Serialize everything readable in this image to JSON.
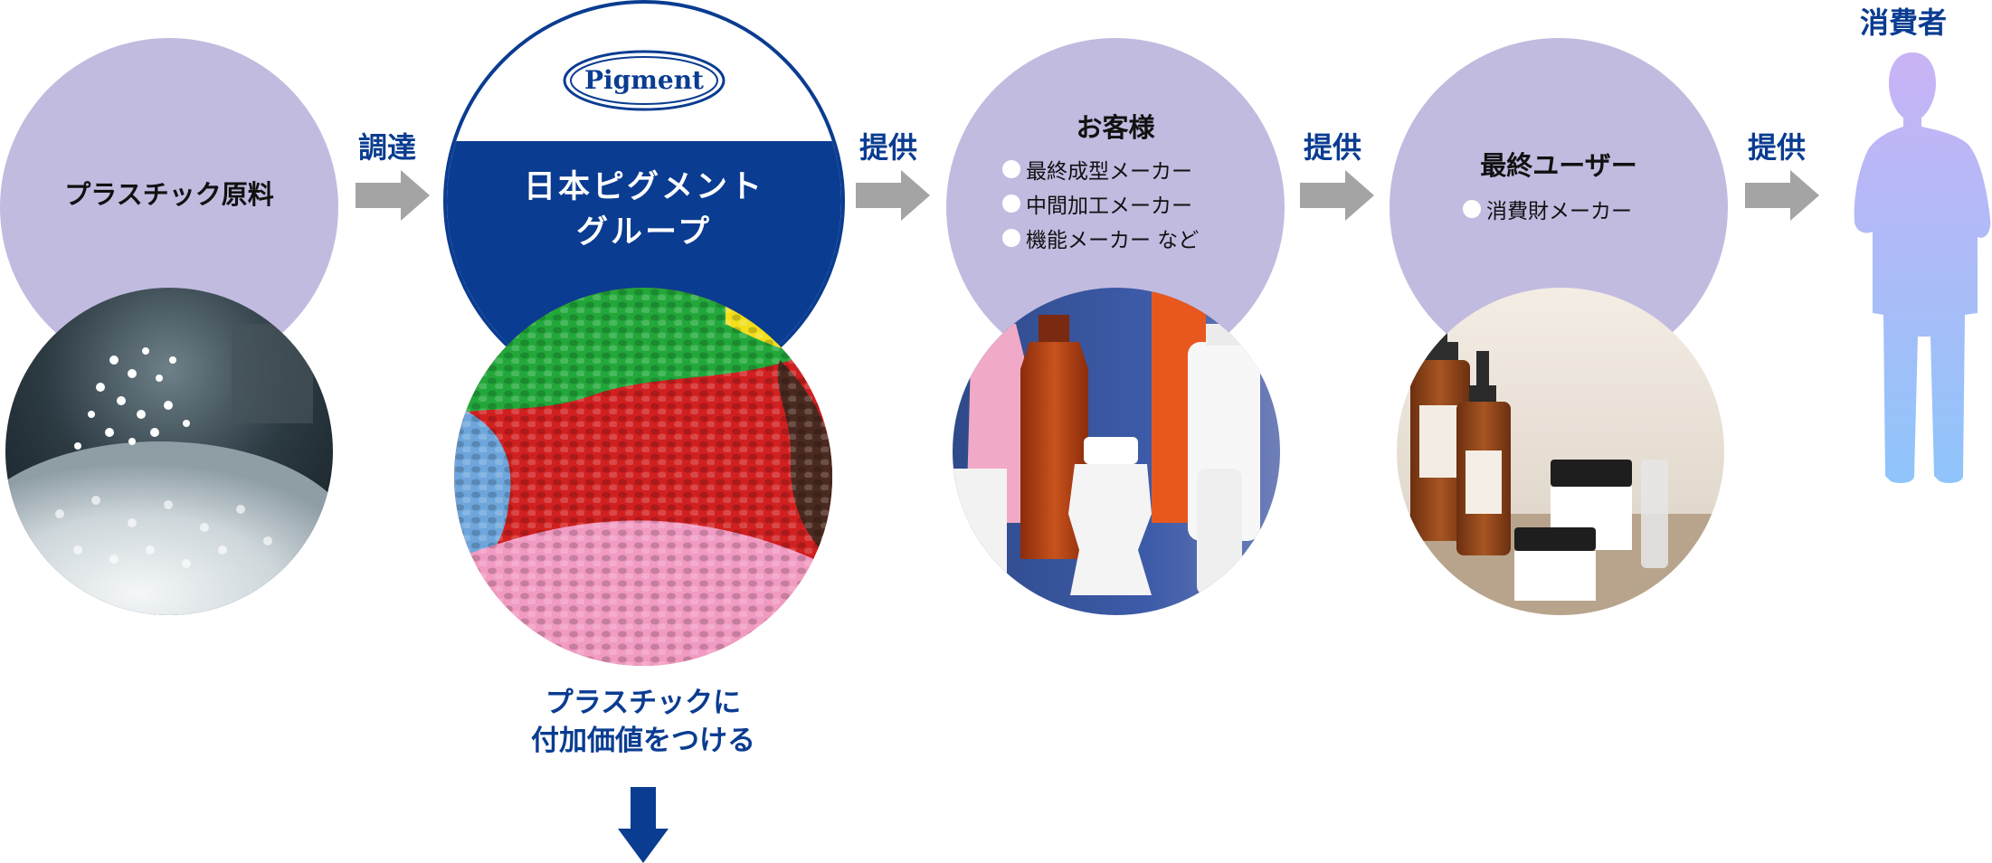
{
  "stages": {
    "raw": {
      "title": "プラスチック原料"
    },
    "pigment": {
      "logo": "Pigment",
      "title_line1": "日本ピグメント",
      "title_line2": "グループ"
    },
    "customer": {
      "title": "お客様",
      "bullets": [
        "最終成型メーカー",
        "中間加工メーカー",
        "機能メーカー など"
      ]
    },
    "enduser": {
      "title": "最終ユーザー",
      "bullets": [
        "消費財メーカー"
      ]
    },
    "consumer": {
      "label": "消費者"
    }
  },
  "arrows": [
    {
      "label": "調達"
    },
    {
      "label": "提供"
    },
    {
      "label": "提供"
    },
    {
      "label": "提供"
    }
  ],
  "value_added": {
    "line1": "プラスチックに",
    "line2": "付加価値をつける"
  },
  "photos": {
    "raw": "plastic-pellets-photo",
    "pigment": "colored-masterbatch-pellets-photo",
    "customer": "plastic-bottles-photo",
    "enduser": "cosmetic-containers-photo"
  },
  "colors": {
    "brand_blue": "#0a3c91",
    "lavender": "#c1bbe0",
    "arrow_gray": "#a4a4a4"
  }
}
